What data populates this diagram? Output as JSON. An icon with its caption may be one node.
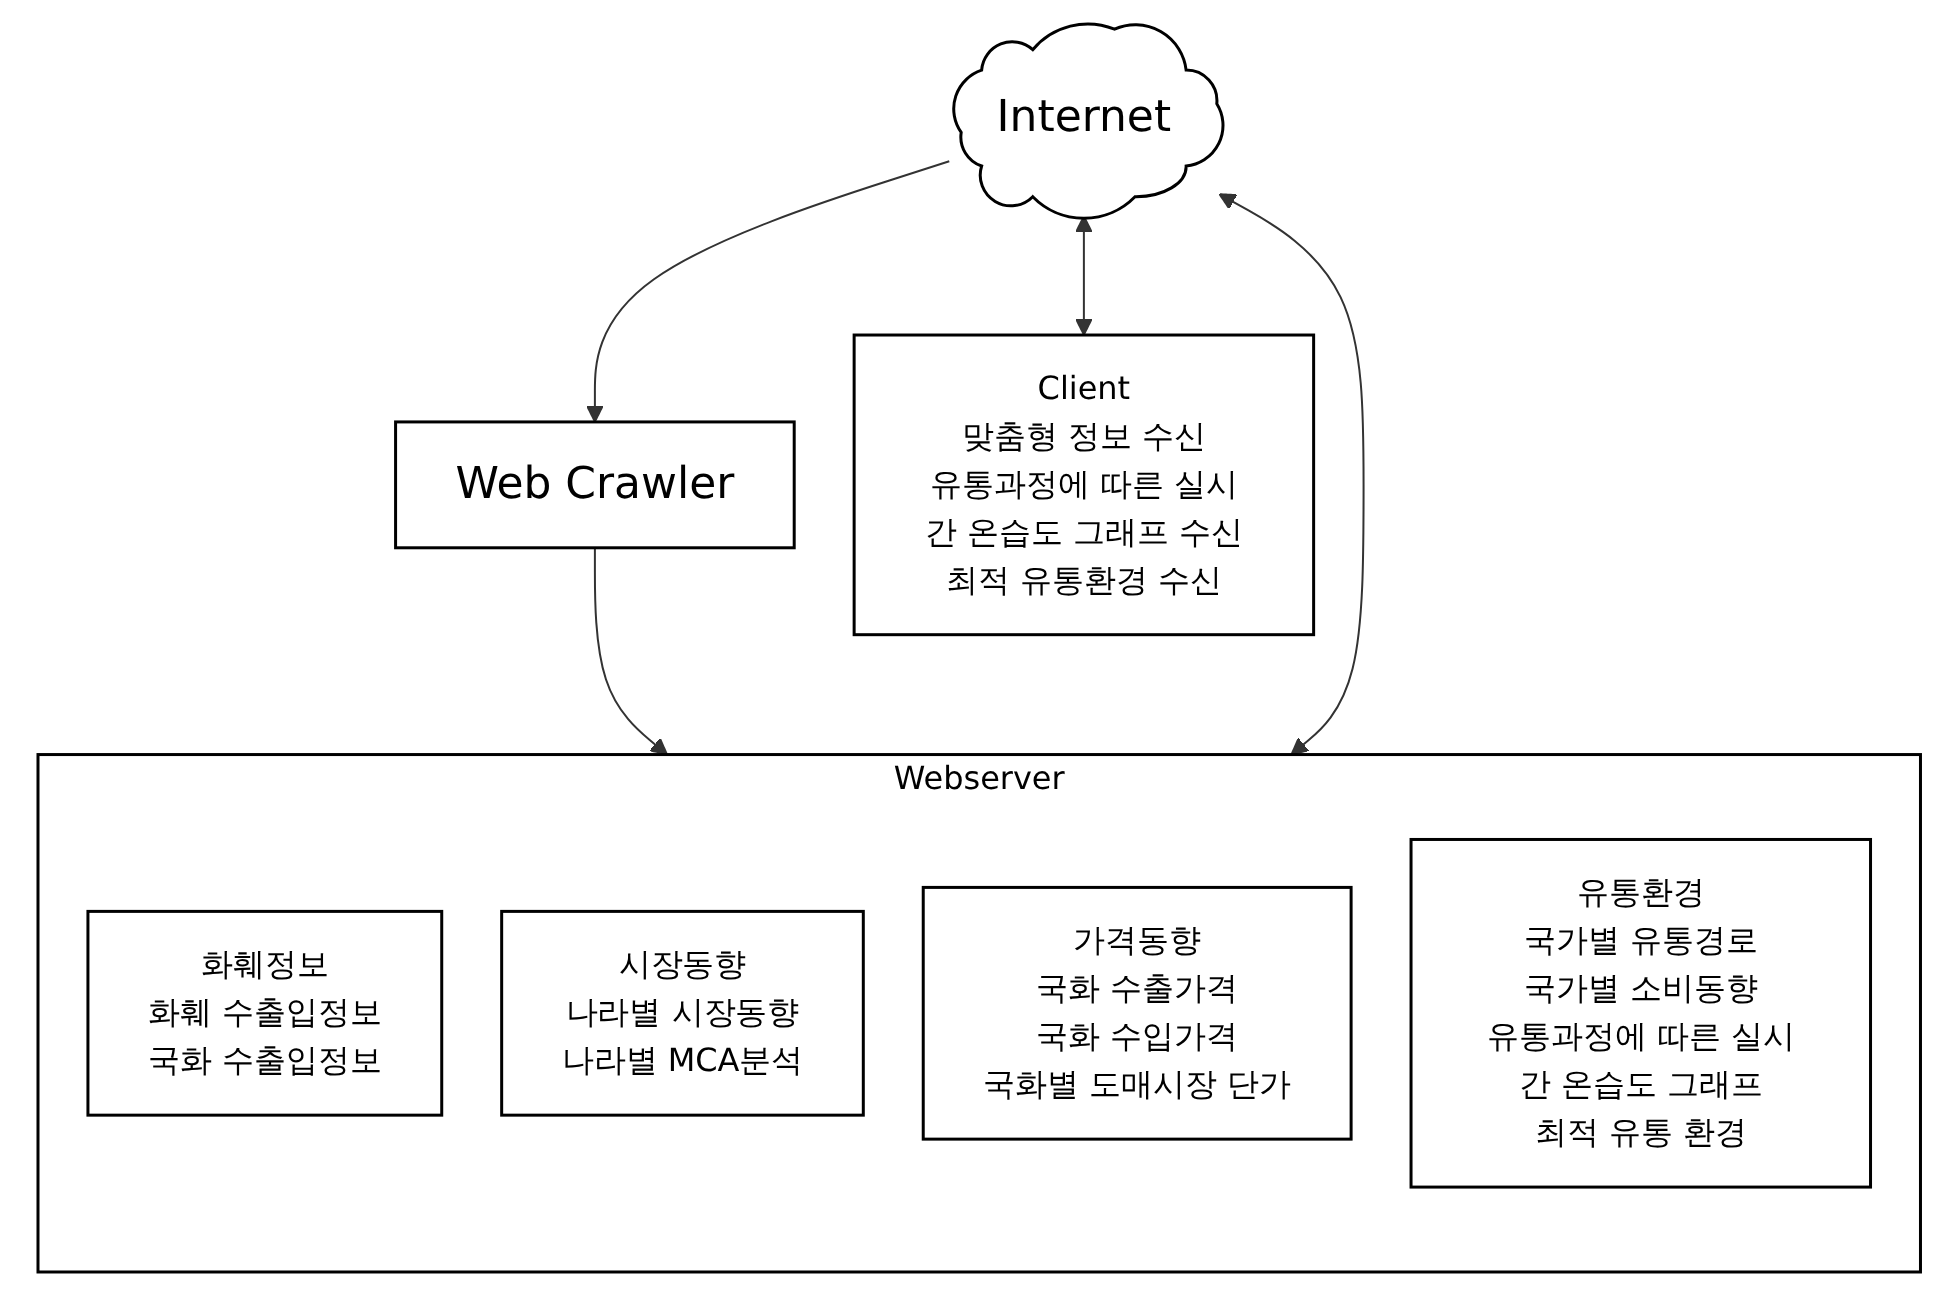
{
  "diagram": {
    "nodes": [
      {
        "text": [
          "Webserver"
        ]
      },
      {
        "text": [
          "화훼정보",
          "화훼 수출입정보",
          "국화 수출입정보"
        ],
        "in": 0
      },
      {
        "text": [
          "시장동향",
          "나라별 시장동향",
          "나라별 MCA분석"
        ],
        "in": 0
      },
      {
        "text": [
          "가격동향",
          "국화 수출가격",
          "국화 수입가격",
          "국화별 도매시장 단가"
        ],
        "in": 0
      },
      {
        "text": [
          "유통환경",
          "국가별 유통경로",
          "국가별 소비동향",
          "유통과정에 따른 실시간 온습도 그래프",
          "최적 유통 환경"
        ],
        "in": 0
      },
      {
        "text": [
          "Web Crawler"
        ]
      },
      {
        "text": [
          "Internet"
        ]
      },
      {
        "text": [
          "Client",
          "맞춤형 정보 수신",
          "유통과정에 따른 실시간 온습도 그래프 수신",
          "최적 유통환경 수신"
        ]
      }
    ],
    "edges": [
      {
        "from": 5,
        "to": 0,
        "arrow": "to"
      },
      {
        "from": 6,
        "to": 0,
        "arrow": "both"
      },
      {
        "from": 6,
        "to": 5,
        "arrow": "to"
      },
      {
        "from": 6,
        "to": 7,
        "arrow": "both"
      }
    ]
  }
}
